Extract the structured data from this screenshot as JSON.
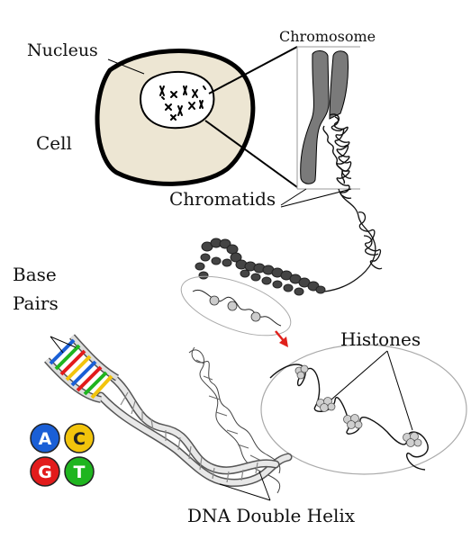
{
  "labels": {
    "nucleus": "Nucleus",
    "cell": "Cell",
    "chromosome": "Chromosome",
    "chromatids": "Chromatids",
    "base_pairs_line1": "Base",
    "base_pairs_line2": "Pairs",
    "histones": "Histones",
    "dna_double_helix": "DNA Double Helix"
  },
  "bases": [
    {
      "letter": "A",
      "color": "#1a5fd6"
    },
    {
      "letter": "C",
      "color": "#f2c40c"
    },
    {
      "letter": "G",
      "color": "#e21b1b"
    },
    {
      "letter": "T",
      "color": "#1fb51f"
    }
  ],
  "colors": {
    "cell_fill": "#ede6d3",
    "chromosome": "#7a7a7a",
    "arrow": "#e0201b"
  }
}
